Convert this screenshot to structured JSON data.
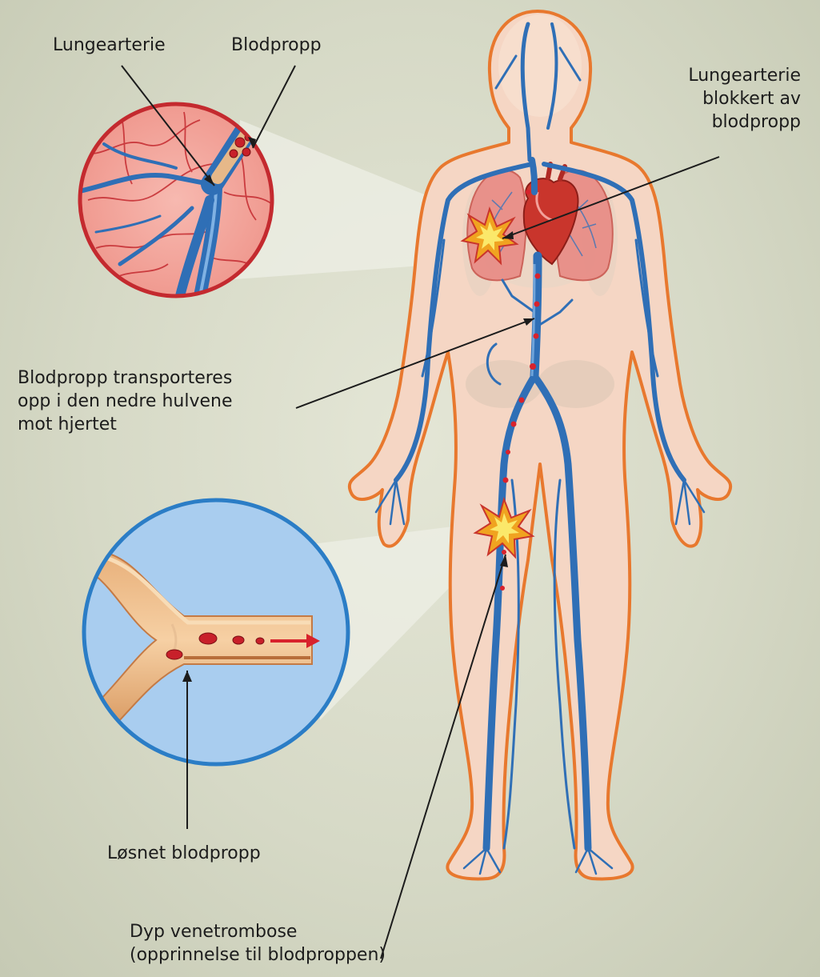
{
  "labels": {
    "lungearterie": "Lungearterie",
    "blodpropp": "Blodpropp",
    "lungearterie_blokkert": [
      "Lungearterie",
      "blokkert av",
      "blodpropp"
    ],
    "transport": [
      "Blodpropp transporteres",
      "opp i den nedre hulvene",
      "mot hjertet"
    ],
    "losnet": "Løsnet blodpropp",
    "dvt": [
      "Dyp venetrombose",
      "(opprinnelse til blodproppen)"
    ]
  },
  "colors": {
    "background": "#d6d9c6",
    "body_outline": "#e8782e",
    "body_fill": "#f5d6c4",
    "vein": "#2f6fb6",
    "vein_highlight": "#7fb1e3",
    "clot": "#c8202a",
    "burst_outer": "#f0a320",
    "burst_inner": "#fbe86a",
    "lung": "#e88a84",
    "heart": "#c9352c",
    "lung_zoom_ring": "#c42a2f",
    "vessel_zoom_fill": "#a9cdef",
    "vessel_zoom_ring": "#2b7dc6"
  },
  "icons": [
    "heart-icon",
    "lung-icon",
    "clot-burst-icon",
    "flow-arrow-icon"
  ]
}
